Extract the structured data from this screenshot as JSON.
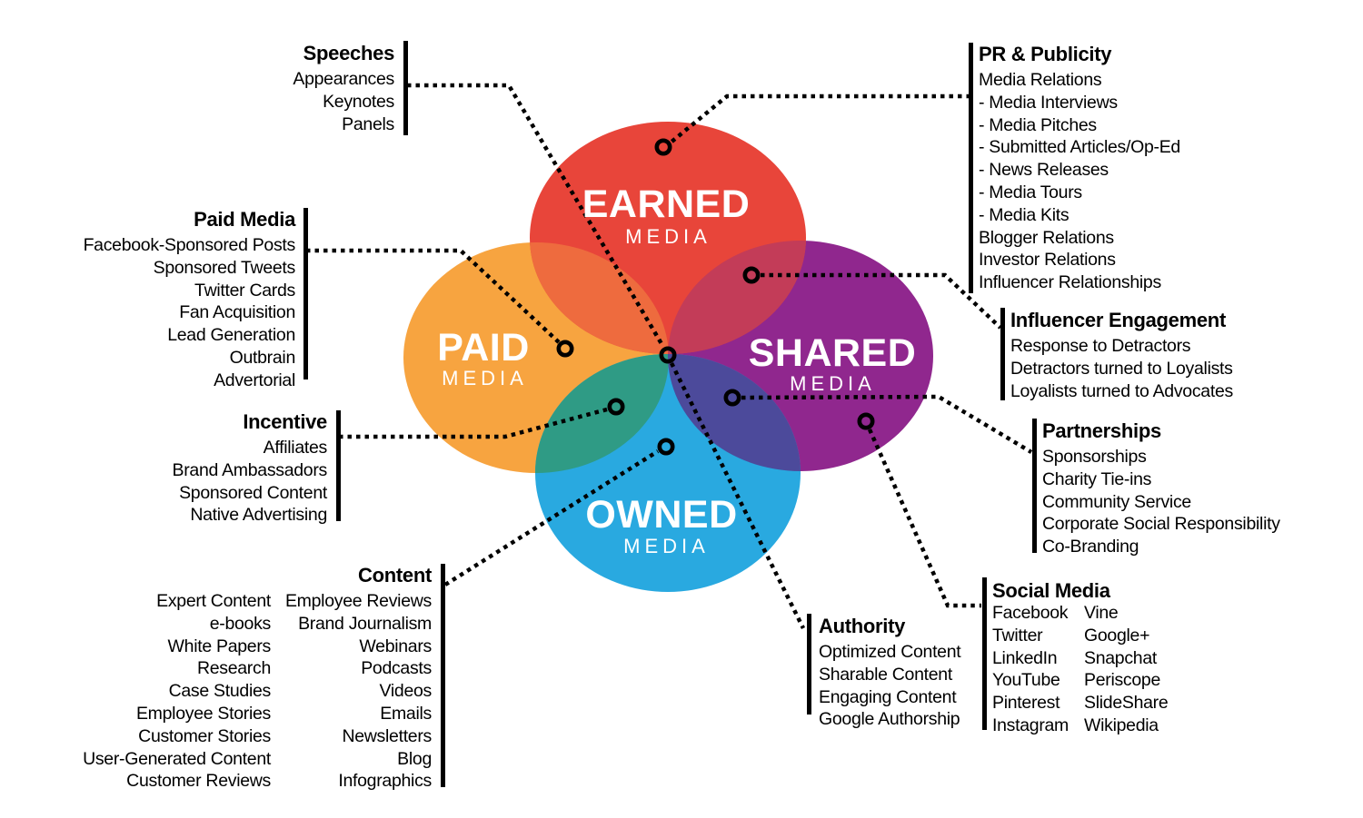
{
  "circles": {
    "earned": {
      "label": "EARNED",
      "sublabel": "MEDIA",
      "color": "#E8453A"
    },
    "paid": {
      "label": "PAID",
      "sublabel": "MEDIA",
      "color": "#F7A440"
    },
    "shared": {
      "label": "SHARED",
      "sublabel": "MEDIA",
      "color": "#90278E"
    },
    "owned": {
      "label": "OWNED",
      "sublabel": "MEDIA",
      "color": "#29A9E0"
    }
  },
  "overlap_colors": {
    "earned_paid": "#EE6B3E",
    "earned_shared": "#C33C58",
    "paid_owned": "#2F9B85",
    "shared_owned": "#4C4A9B"
  },
  "line_color": "#000000",
  "callouts": {
    "speeches": {
      "title": "Speeches",
      "items": [
        "Appearances",
        "Keynotes",
        "Panels"
      ]
    },
    "paid_media": {
      "title": "Paid Media",
      "items": [
        "Facebook-Sponsored Posts",
        "Sponsored Tweets",
        "Twitter Cards",
        "Fan Acquisition",
        "Lead Generation",
        "Outbrain",
        "Advertorial"
      ]
    },
    "incentive": {
      "title": "Incentive",
      "items": [
        "Affiliates",
        "Brand Ambassadors",
        "Sponsored Content",
        "Native Advertising"
      ]
    },
    "content": {
      "title": "Content",
      "col1": [
        "Expert Content",
        "e-books",
        "White Papers",
        "Research",
        "Case Studies",
        "Employee Stories",
        "Customer Stories",
        "User-Generated Content",
        "Customer Reviews"
      ],
      "col2": [
        "Employee Reviews",
        "Brand Journalism",
        "Webinars",
        "Podcasts",
        "Videos",
        "Emails",
        "Newsletters",
        "Blog",
        "Infographics"
      ]
    },
    "pr_publicity": {
      "title": "PR & Publicity",
      "items": [
        "Media Relations",
        "- Media Interviews",
        "- Media Pitches",
        "- Submitted Articles/Op-Ed",
        "- News Releases",
        "- Media Tours",
        "- Media Kits",
        "Blogger Relations",
        "Investor Relations",
        "Influencer Relationships"
      ]
    },
    "influencer_engagement": {
      "title": "Influencer Engagement",
      "items": [
        "Response to Detractors",
        "Detractors turned to Loyalists",
        "Loyalists turned to Advocates"
      ]
    },
    "partnerships": {
      "title": "Partnerships",
      "items": [
        "Sponsorships",
        "Charity Tie-ins",
        "Community Service",
        "Corporate Social Responsibility",
        "Co-Branding"
      ]
    },
    "social_media": {
      "title": "Social Media",
      "col1": [
        "Facebook",
        "Twitter",
        "LinkedIn",
        "YouTube",
        "Pinterest",
        "Instagram"
      ],
      "col2": [
        "Vine",
        "Google+",
        "Snapchat",
        "Periscope",
        "SlideShare",
        "Wikipedia"
      ]
    },
    "authority": {
      "title": "Authority",
      "items": [
        "Optimized Content",
        "Sharable Content",
        "Engaging Content",
        "Google Authorship"
      ]
    }
  }
}
